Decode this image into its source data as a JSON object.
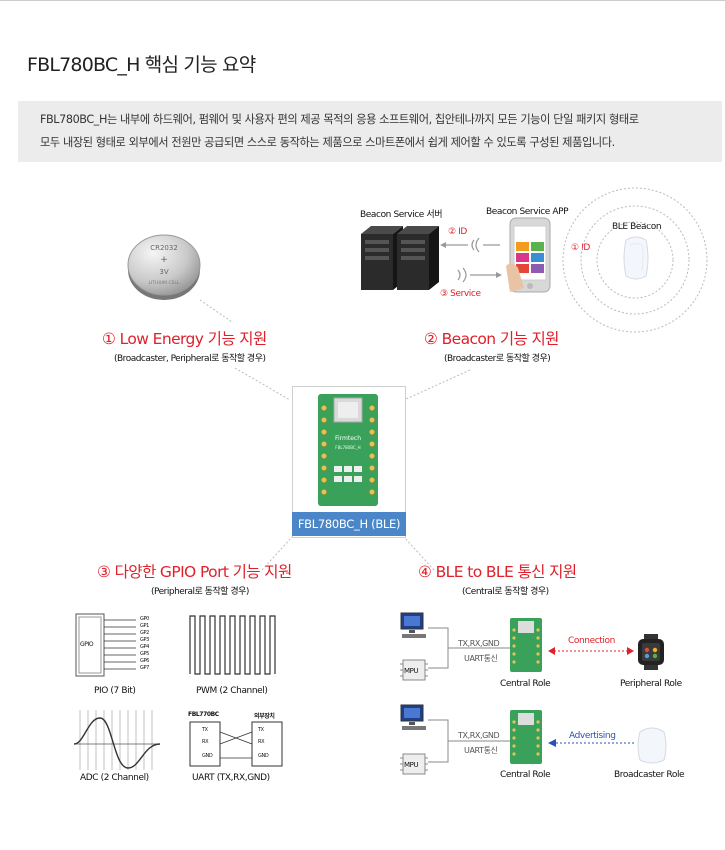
{
  "page": {
    "title": "FBL780BC_H 핵심 기능 요약",
    "summary_lines": [
      "FBL780BC_H는 내부에 하드웨어, 펌웨어 및 사용자 편의 제공 목적의 응용 소프트웨어, 칩안테나까지 모든 기능이 단일 패키지 형태로",
      "모두 내장된 형태로 외부에서 전원만 공급되면 스스로 동작하는 제품으로 스마트폰에서 쉽게 제어할 수 있도록 구성된 제품입니다."
    ]
  },
  "beacon_diagram": {
    "server_label": "Beacon Service 서버",
    "app_label": "Beacon Service APP",
    "beacon_label": "BLE Beacon",
    "id_label": "② ID",
    "service_label": "③ Service",
    "beacon_id_label": "① ID",
    "coin_top": "CR2032",
    "coin_volt": "3V",
    "coin_brand": "LITHIUM CELL"
  },
  "features": [
    {
      "title": "① Low Energy 기능 지원",
      "subtitle": "(Broadcaster, Peripheral로 동작할 경우)"
    },
    {
      "title": "② Beacon 기능 지원",
      "subtitle": "(Broadcaster로 동작할 경우)"
    },
    {
      "title": "③ 다양한 GPIO Port 기능 지원",
      "subtitle": "(Peripheral로 동작할 경우)"
    },
    {
      "title": "④ BLE to BLE 통신 지원",
      "subtitle": "(Central로 동작할 경우)"
    }
  ],
  "module": {
    "caption": "FBL780BC_H (BLE)",
    "brand": "Firmtech",
    "model": "FBL780BC_H"
  },
  "gpio": {
    "block_label": "GPIO",
    "ports": [
      "GP0",
      "GP1",
      "GP2",
      "GP3",
      "GP4",
      "GP5",
      "GP6",
      "GP7"
    ],
    "pio_label": "PIO (7 Bit)",
    "pwm_label": "PWM (2 Channel)",
    "adc_label": "ADC (2 Channel)",
    "uart_label": "UART (TX,RX,GND)",
    "uart_left": "FBL770BC",
    "uart_right": "외부장치",
    "uart_pins": [
      "TX",
      "RX",
      "GND"
    ]
  },
  "ble": {
    "link_label": "TX,RX,GND",
    "uart_label": "UART통신",
    "mpu_label": "MPU",
    "central_label": "Central Role",
    "connection_label": "Connection",
    "advertising_label": "Advertising",
    "peripheral_label": "Peripheral Role",
    "broadcaster_label": "Broadcaster Role"
  },
  "colors": {
    "accent_red": "#e0202a",
    "caption_blue": "#4a86c8",
    "advert_blue": "#2a51b3",
    "summary_bg": "#ececec"
  }
}
